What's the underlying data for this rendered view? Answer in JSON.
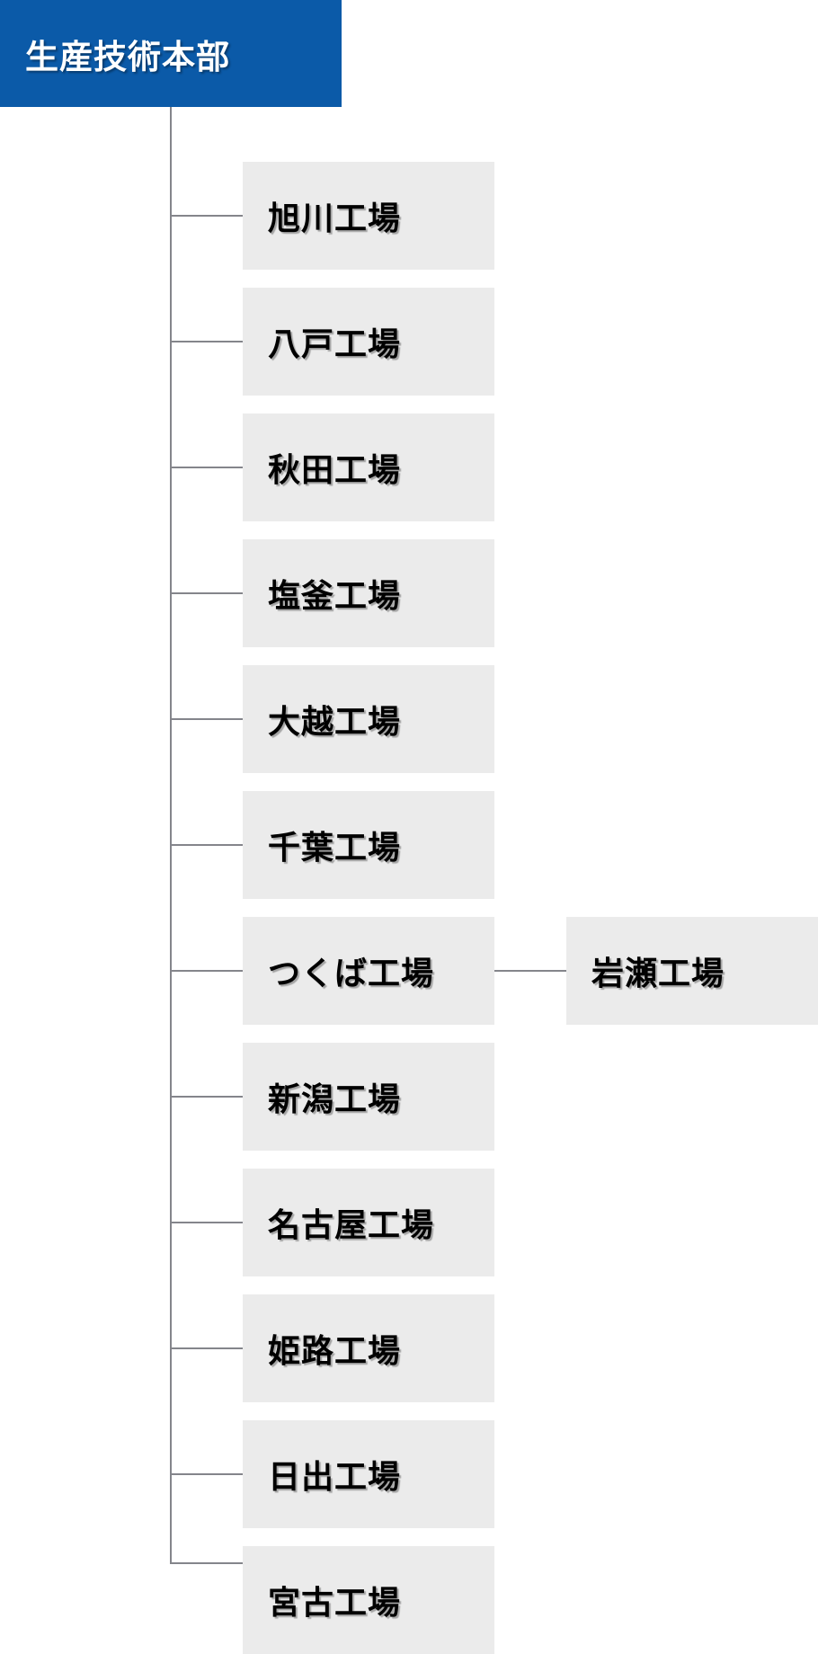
{
  "org_chart": {
    "type": "org-tree",
    "root": {
      "label": "生産技術本部"
    },
    "factories": [
      {
        "label": "旭川工場"
      },
      {
        "label": "八戸工場"
      },
      {
        "label": "秋田工場"
      },
      {
        "label": "塩釜工場"
      },
      {
        "label": "大越工場"
      },
      {
        "label": "千葉工場"
      },
      {
        "label": "つくば工場",
        "children": [
          {
            "label": "岩瀬工場"
          }
        ]
      },
      {
        "label": "新潟工場"
      },
      {
        "label": "名古屋工場"
      },
      {
        "label": "姫路工場"
      },
      {
        "label": "日出工場"
      },
      {
        "label": "宮古工場"
      }
    ],
    "colors": {
      "root_bg": "#0b5aa8",
      "root_text": "#ffffff",
      "node_bg": "#ebebeb",
      "node_text": "#000000",
      "connector": "#84858b"
    }
  }
}
